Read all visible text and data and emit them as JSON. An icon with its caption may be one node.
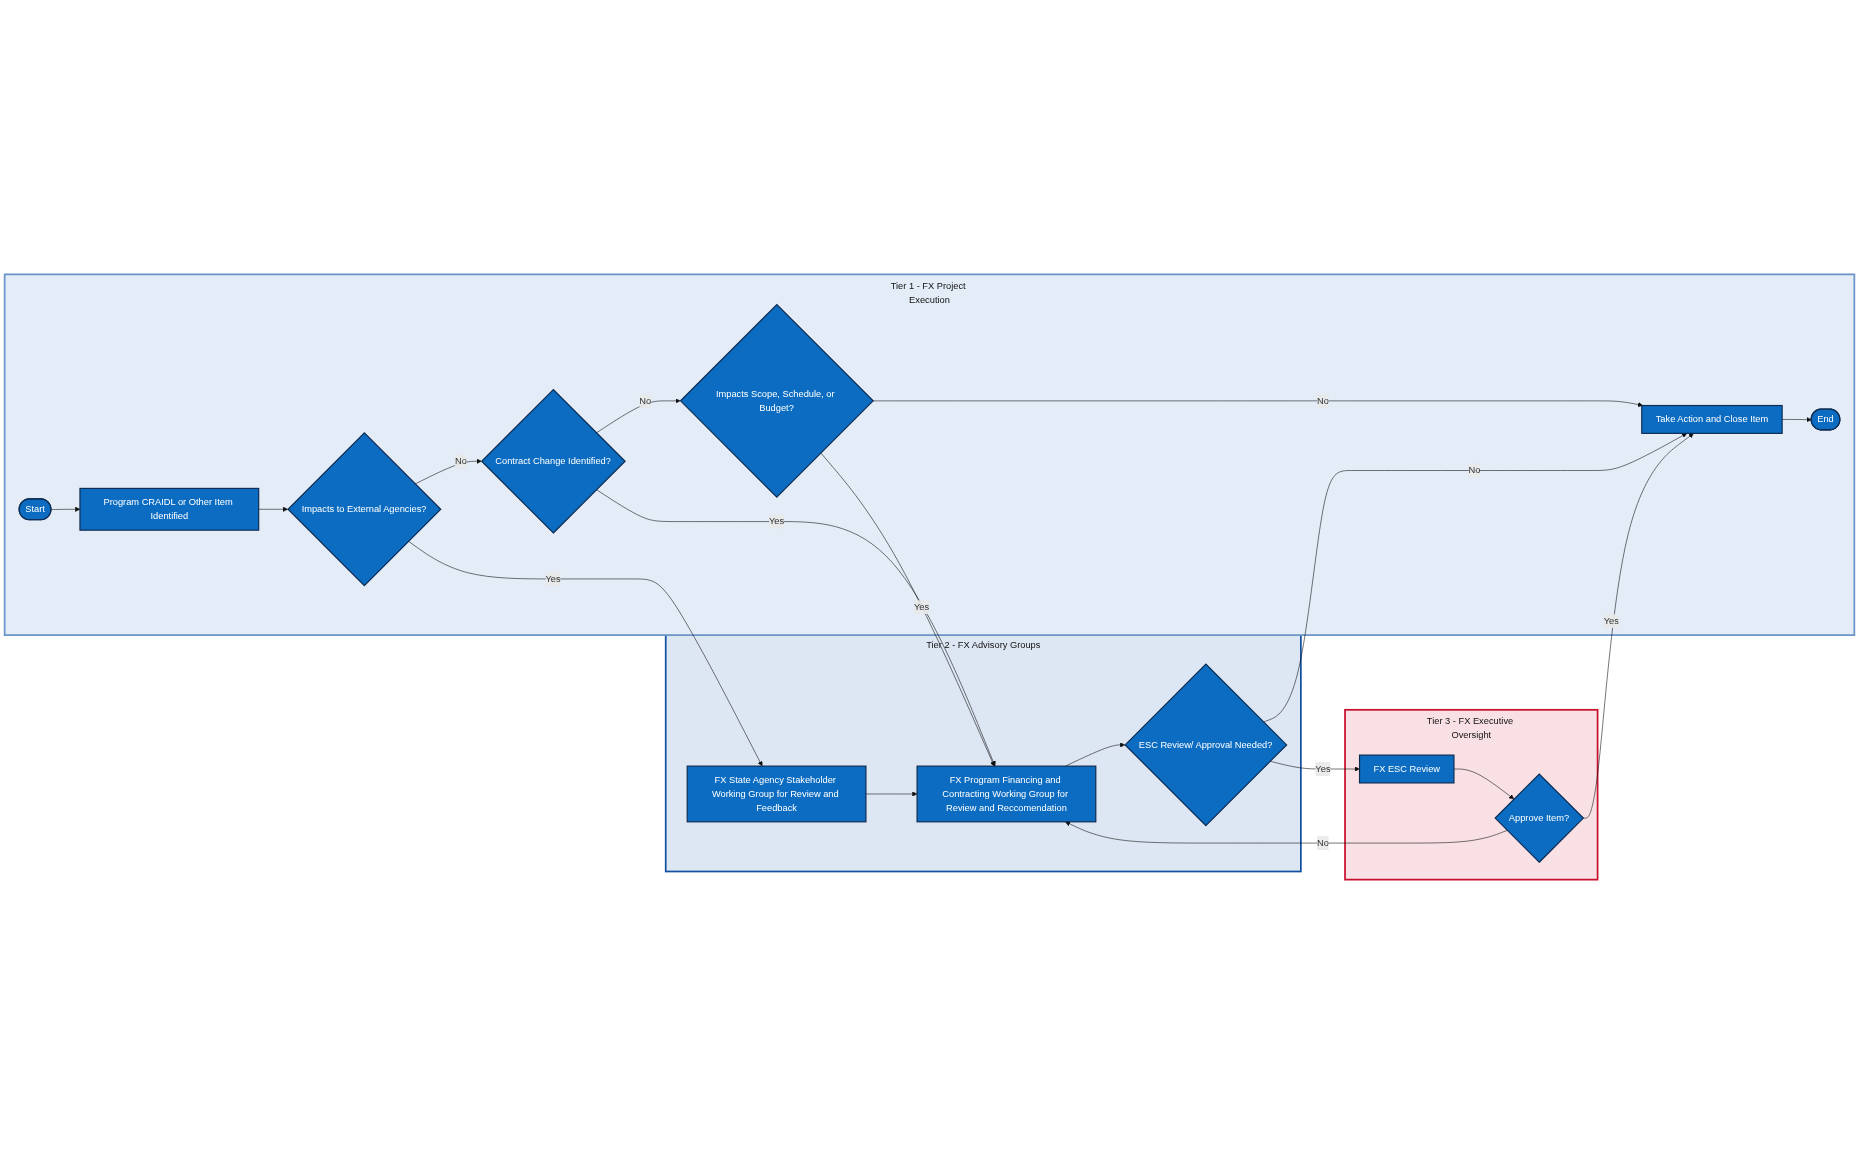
{
  "diagram": {
    "nodes": [
      {
        "text": [
          "Tier 1 - FX Project Execution"
        ]
      },
      {
        "text": [
          "Tier 2 - FX Advisory Groups"
        ]
      },
      {
        "text": [
          "Tier 3 - FX Executive Oversight"
        ]
      },
      {
        "text": [
          "Start"
        ],
        "in": 0
      },
      {
        "text": [
          "Program CRAIDL or Other Item Identified"
        ],
        "in": 0
      },
      {
        "text": [
          "Impacts to External Agencies?"
        ],
        "in": 0
      },
      {
        "text": [
          "Contract Change Identified?"
        ],
        "in": 0
      },
      {
        "text": [
          "Impacts Scope, Schedule, or Budget?"
        ],
        "in": 0
      },
      {
        "text": [
          "Take Action and Close Item"
        ],
        "in": 0
      },
      {
        "text": [
          "End"
        ],
        "in": 0
      },
      {
        "text": [
          "FX State Agency Stakeholder Working Group for Review and Feedback"
        ],
        "in": 1
      },
      {
        "text": [
          "FX Program Financing and Contracting Working Group for Review and Reccomendation"
        ],
        "in": 1
      },
      {
        "text": [
          "ESC Review/ Approval Needed?"
        ],
        "in": 1
      },
      {
        "text": [
          "FX ESC Review"
        ],
        "in": 2
      },
      {
        "text": [
          "Approve Item?"
        ],
        "in": 2
      }
    ],
    "edges": [
      {
        "from": 3,
        "to": 4,
        "arrow": "to"
      },
      {
        "from": 4,
        "to": 5,
        "arrow": "to"
      },
      {
        "from": 5,
        "to": 10,
        "arrow": "to",
        "label": "Yes"
      },
      {
        "from": 5,
        "to": 6,
        "arrow": "to",
        "label": "No"
      },
      {
        "from": 6,
        "to": 11,
        "arrow": "to",
        "label": "Yes"
      },
      {
        "from": 6,
        "to": 7,
        "arrow": "to",
        "label": "No"
      },
      {
        "from": 7,
        "to": 11,
        "arrow": "to",
        "label": "Yes"
      },
      {
        "from": 7,
        "to": 8,
        "arrow": "to",
        "label": "No"
      },
      {
        "from": 8,
        "to": 9,
        "arrow": "to"
      },
      {
        "from": 10,
        "to": 11,
        "arrow": "to"
      },
      {
        "from": 11,
        "to": 12,
        "arrow": "to"
      },
      {
        "from": 12,
        "to": 13,
        "arrow": "to",
        "label": "Yes"
      },
      {
        "from": 12,
        "to": 8,
        "arrow": "to",
        "label": "No"
      },
      {
        "from": 13,
        "to": 14,
        "arrow": "to"
      },
      {
        "from": 14,
        "to": 11,
        "arrow": "to",
        "label": "No"
      },
      {
        "from": 14,
        "to": 8,
        "arrow": "to",
        "label": "Yes"
      }
    ]
  }
}
